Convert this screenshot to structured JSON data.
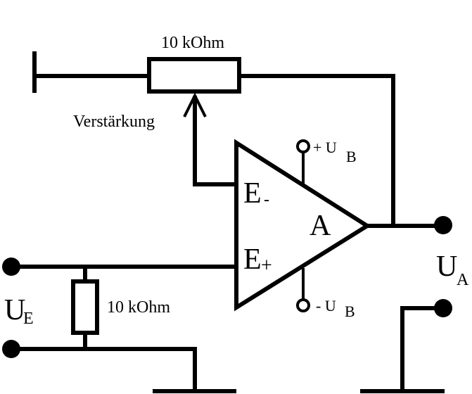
{
  "diagram": {
    "type": "op-amp non-inverting amplifier schematic",
    "feedback_resistor": {
      "label": "10 kOhm"
    },
    "wiper_label": "Verstärkung",
    "opamp": {
      "label": "A",
      "inverting_input": {
        "label": "E",
        "sub": "-"
      },
      "noninverting_input": {
        "label": "E",
        "sub": "+"
      },
      "supply_positive": {
        "prefix": "+ U",
        "sub": "B"
      },
      "supply_negative": {
        "prefix": "- U",
        "sub": "B"
      }
    },
    "input_resistor": {
      "label": "10 kOhm"
    },
    "input_voltage": {
      "label": "U",
      "sub": "E"
    },
    "output_voltage": {
      "label": "U",
      "sub": "A"
    }
  }
}
